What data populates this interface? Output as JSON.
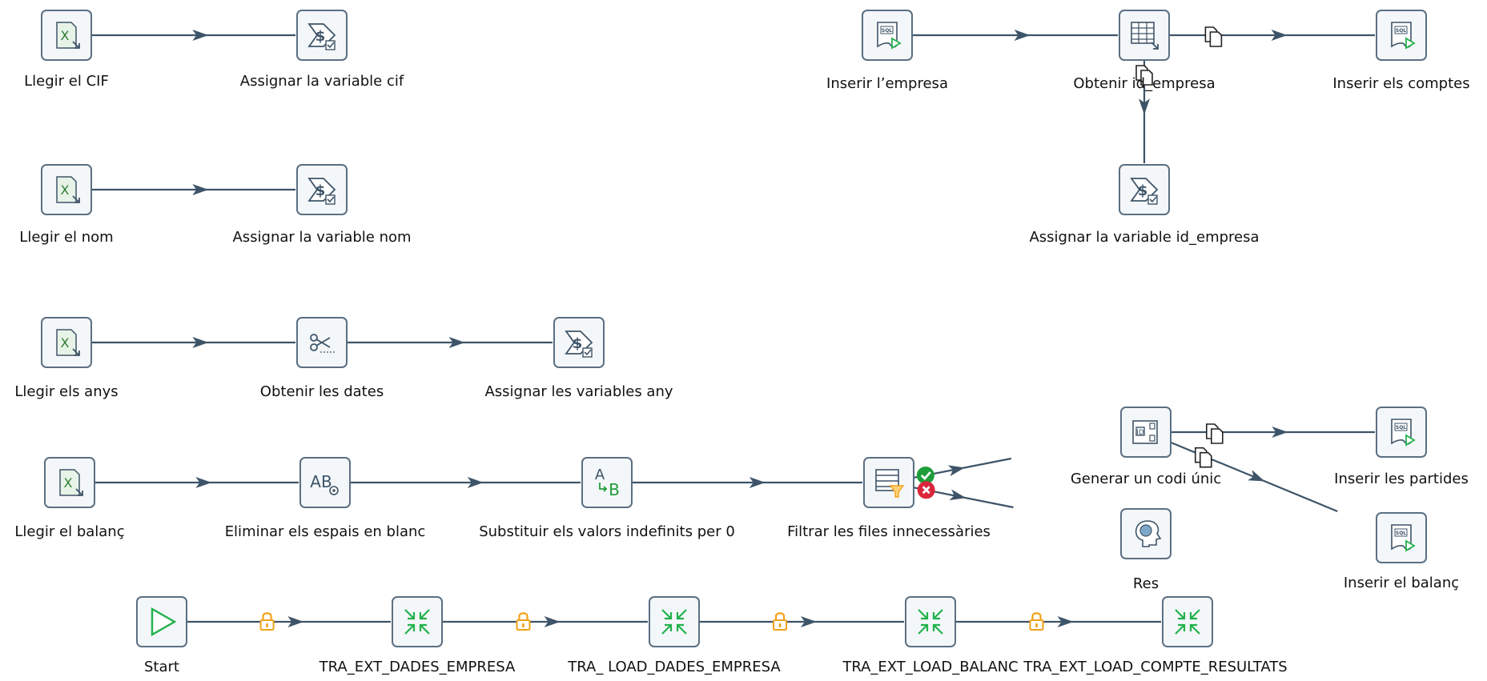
{
  "colors": {
    "hop": "#3e5468",
    "node_border": "#5b6f82",
    "node_fill": "#f4f7f9",
    "green": "#22b14c",
    "ok_green": "#1f9d3a",
    "error_red": "#d9263b",
    "lock_orange": "#f3a21a",
    "label": "#111111"
  },
  "nodes": [
    {
      "id": "n1",
      "label": "Llegir el CIF",
      "icon": "excel-input-icon"
    },
    {
      "id": "n2",
      "label": "Assignar la variable cif",
      "icon": "set-variable-icon"
    },
    {
      "id": "n3",
      "label": "Llegir el nom",
      "icon": "excel-input-icon"
    },
    {
      "id": "n4",
      "label": "Assignar la variable nom",
      "icon": "set-variable-icon"
    },
    {
      "id": "n5",
      "label": "Llegir els anys",
      "icon": "excel-input-icon"
    },
    {
      "id": "n6",
      "label": "Obtenir les dates",
      "icon": "split-field-icon"
    },
    {
      "id": "n7",
      "label": "Assignar les variables any",
      "icon": "set-variable-icon"
    },
    {
      "id": "n8",
      "label": "Llegir el balanç",
      "icon": "excel-input-icon"
    },
    {
      "id": "n9",
      "label": "Eliminar els espais en blanc",
      "icon": "string-operations-icon"
    },
    {
      "id": "n10",
      "label": "Substituir els valors indefinits per 0",
      "icon": "replace-value-icon"
    },
    {
      "id": "n11",
      "label": "Filtrar les files innecessàries",
      "icon": "filter-rows-icon"
    },
    {
      "id": "n12",
      "label": "Generar un codi únic",
      "icon": "add-sequence-icon"
    },
    {
      "id": "n13",
      "label": "Res",
      "icon": "dummy-icon"
    },
    {
      "id": "n14",
      "label": "Inserir les partides",
      "icon": "sql-output-icon"
    },
    {
      "id": "n15",
      "label": "Inserir el balanç",
      "icon": "sql-output-icon"
    },
    {
      "id": "n16",
      "label": "Inserir l’empresa",
      "icon": "sql-output-icon"
    },
    {
      "id": "n17",
      "label": "Obtenir id_empresa",
      "icon": "table-input-icon"
    },
    {
      "id": "n18",
      "label": "Inserir els comptes",
      "icon": "sql-output-icon"
    },
    {
      "id": "n19",
      "label": "Assignar la variable id_empresa",
      "icon": "set-variable-icon"
    },
    {
      "id": "n20",
      "label": "Start",
      "icon": "start-icon"
    },
    {
      "id": "n21",
      "label": "TRA_EXT_DADES_EMPRESA",
      "icon": "transformation-icon"
    },
    {
      "id": "n22",
      "label": "TRA_ LOAD_DADES_EMPRESA",
      "icon": "transformation-icon"
    },
    {
      "id": "n23",
      "label": "TRA_EXT_LOAD_BALANC",
      "icon": "transformation-icon"
    },
    {
      "id": "n24",
      "label": "TRA_EXT_LOAD_COMPTE_RESULTATS",
      "icon": "transformation-icon"
    }
  ],
  "hops": [
    {
      "from": "n1",
      "to": "n2",
      "marker": "none"
    },
    {
      "from": "n3",
      "to": "n4",
      "marker": "none"
    },
    {
      "from": "n5",
      "to": "n6",
      "marker": "none"
    },
    {
      "from": "n6",
      "to": "n7",
      "marker": "none"
    },
    {
      "from": "n8",
      "to": "n9",
      "marker": "none"
    },
    {
      "from": "n9",
      "to": "n10",
      "marker": "none"
    },
    {
      "from": "n10",
      "to": "n11",
      "marker": "none"
    },
    {
      "from": "n11",
      "to": "n12",
      "marker": "true"
    },
    {
      "from": "n11",
      "to": "n13",
      "marker": "false"
    },
    {
      "from": "n12",
      "to": "n14",
      "marker": "copy"
    },
    {
      "from": "n12",
      "to": "n15",
      "marker": "copy"
    },
    {
      "from": "n16",
      "to": "n17",
      "marker": "none"
    },
    {
      "from": "n17",
      "to": "n18",
      "marker": "copy"
    },
    {
      "from": "n17",
      "to": "n19",
      "marker": "copy"
    },
    {
      "from": "n20",
      "to": "n21",
      "marker": "lock"
    },
    {
      "from": "n21",
      "to": "n22",
      "marker": "lock"
    },
    {
      "from": "n22",
      "to": "n23",
      "marker": "lock"
    },
    {
      "from": "n23",
      "to": "n24",
      "marker": "lock"
    }
  ]
}
